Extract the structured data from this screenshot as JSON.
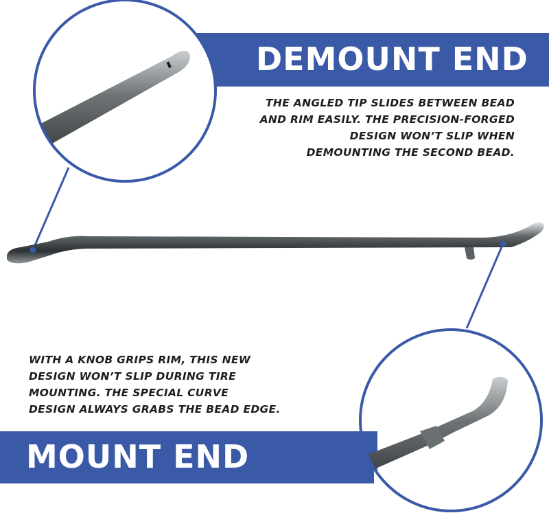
{
  "demount": {
    "title": "DEMOUNT END",
    "lines": [
      "THE ANGLED TIP SLIDES BETWEEN BEAD",
      "AND RIM EASILY. THE PRECISION-FORGED",
      "DESIGN WON’T SLIP WHEN",
      "DEMOUNTING THE SECOND BEAD."
    ]
  },
  "mount": {
    "title": "MOUNT END",
    "lines": [
      "WITH A KNOB GRIPS RIM, THIS NEW",
      "DESIGN WON’T SLIP DURING TIRE",
      "MOUNTING. THE SPECIAL CURVE",
      "DESIGN ALWAYS GRABS THE BEAD EDGE."
    ]
  },
  "colors": {
    "accent_blue": "#3a5aa8",
    "text_dark": "#1e1e1e",
    "steel": "#8a8f92"
  }
}
